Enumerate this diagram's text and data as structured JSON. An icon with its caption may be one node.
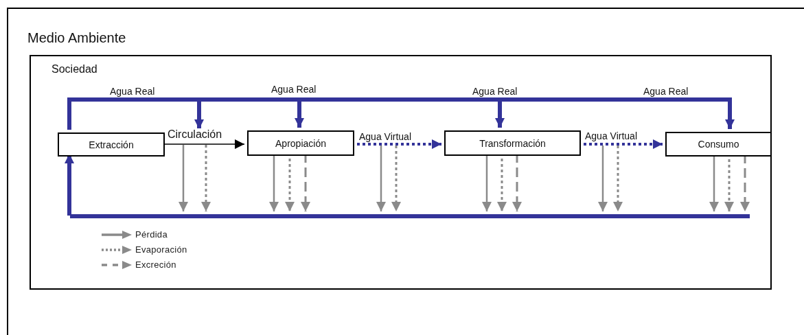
{
  "diagram": {
    "nodes": [
      {
        "text": [
          "Medio Ambiente"
        ]
      },
      {
        "text": [
          "Sociedad"
        ],
        "in": 0
      },
      {
        "text": [
          "Extracción"
        ],
        "in": 1
      },
      {
        "text": [
          "Apropiación"
        ],
        "in": 1
      },
      {
        "text": [
          "Transformación"
        ],
        "in": 1
      },
      {
        "text": [
          "Consumo"
        ],
        "in": 1
      },
      {
        "text": [],
        "shape": "bar",
        "in": 1
      }
    ],
    "edges": [
      {
        "from": 2,
        "to": null,
        "arrow": "to",
        "label": "Agua Real",
        "style": "thick",
        "color": "#333399"
      },
      {
        "from": 2,
        "to": 3,
        "arrow": "to",
        "label": "Agua Real",
        "style": "thick",
        "color": "#333399"
      },
      {
        "from": 2,
        "to": 4,
        "arrow": "to",
        "label": "Agua Real",
        "style": "thick",
        "color": "#333399"
      },
      {
        "from": 2,
        "to": 5,
        "arrow": "to",
        "label": "Agua Real",
        "style": "thick",
        "color": "#333399"
      },
      {
        "from": 2,
        "to": 3,
        "arrow": "to",
        "label": "Circulación",
        "color": "#000000"
      },
      {
        "from": 3,
        "to": 4,
        "arrow": "to",
        "label": "Agua Virtual",
        "style": "dashed",
        "color": "#333399"
      },
      {
        "from": 4,
        "to": 5,
        "arrow": "to",
        "label": "Agua Virtual",
        "style": "dashed",
        "color": "#333399"
      },
      {
        "from": 6,
        "to": 2,
        "arrow": "to",
        "style": "thick",
        "color": "#333399"
      },
      {
        "from": null,
        "to": 6,
        "arrow": "to"
      },
      {
        "from": null,
        "to": 6,
        "arrow": "to",
        "style": "dashed"
      },
      {
        "from": 3,
        "to": 6,
        "arrow": "to"
      },
      {
        "from": 3,
        "to": 6,
        "arrow": "to",
        "style": "dashed"
      },
      {
        "from": 3,
        "to": 6,
        "arrow": "to",
        "style": "dashed"
      },
      {
        "from": null,
        "to": 6,
        "arrow": "to"
      },
      {
        "from": null,
        "to": 6,
        "arrow": "to",
        "style": "dashed"
      },
      {
        "from": 4,
        "to": 6,
        "arrow": "to"
      },
      {
        "from": 4,
        "to": 6,
        "arrow": "to",
        "style": "dashed"
      },
      {
        "from": 4,
        "to": 6,
        "arrow": "to",
        "style": "dashed"
      },
      {
        "from": null,
        "to": 6,
        "arrow": "to"
      },
      {
        "from": null,
        "to": 6,
        "arrow": "to",
        "style": "dashed"
      },
      {
        "from": 5,
        "to": 6,
        "arrow": "to"
      },
      {
        "from": 5,
        "to": 6,
        "arrow": "to",
        "style": "dashed"
      },
      {
        "from": 5,
        "to": 6,
        "arrow": "to",
        "style": "dashed"
      }
    ],
    "legend": [
      {
        "text": "Pérdida"
      },
      {
        "text": "Evaporación"
      },
      {
        "text": "Excreción"
      }
    ]
  }
}
